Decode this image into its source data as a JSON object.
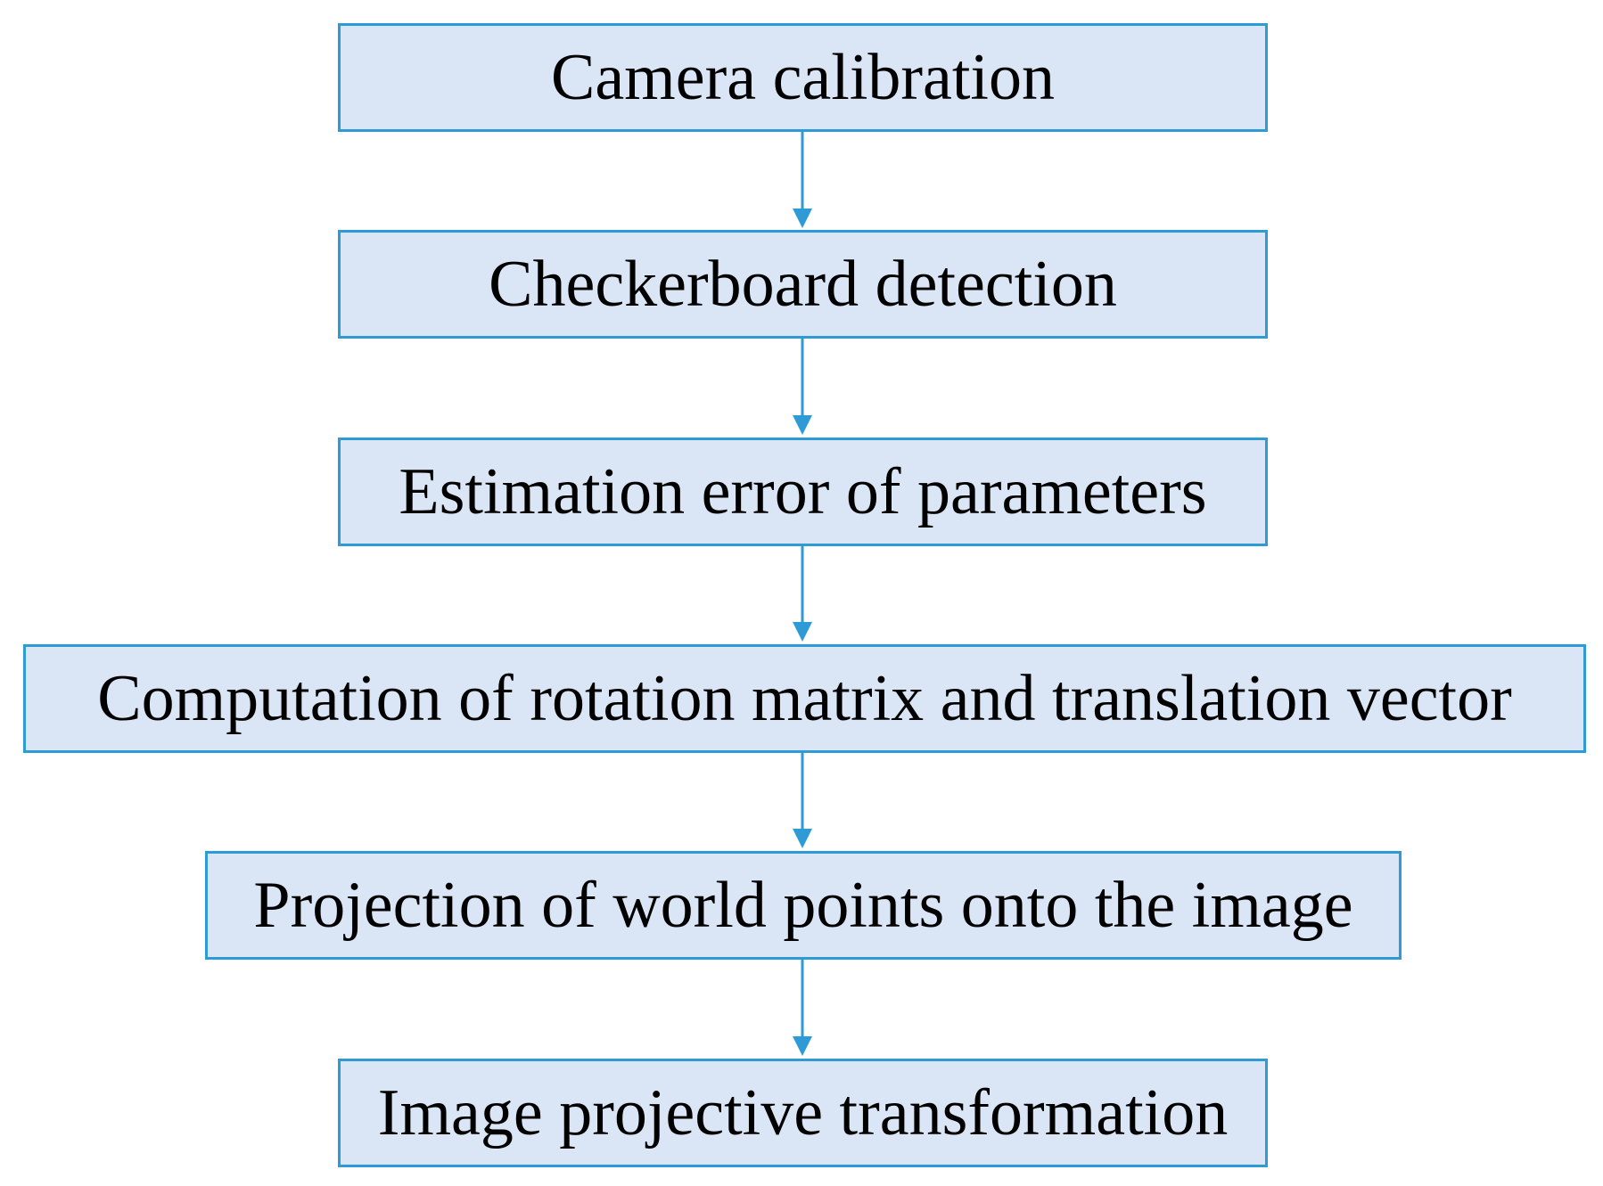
{
  "diagram": {
    "steps": [
      {
        "label": "Camera calibration"
      },
      {
        "label": "Checkerboard detection"
      },
      {
        "label": "Estimation error of parameters"
      },
      {
        "label": "Computation of rotation matrix and translation vector"
      },
      {
        "label": "Projection of world points onto the image"
      },
      {
        "label": "Image projective transformation"
      }
    ],
    "colors": {
      "box_fill": "#dae5f5",
      "box_border": "#2e9ad6",
      "arrow": "#2e9ad6",
      "text": "#000000"
    }
  }
}
